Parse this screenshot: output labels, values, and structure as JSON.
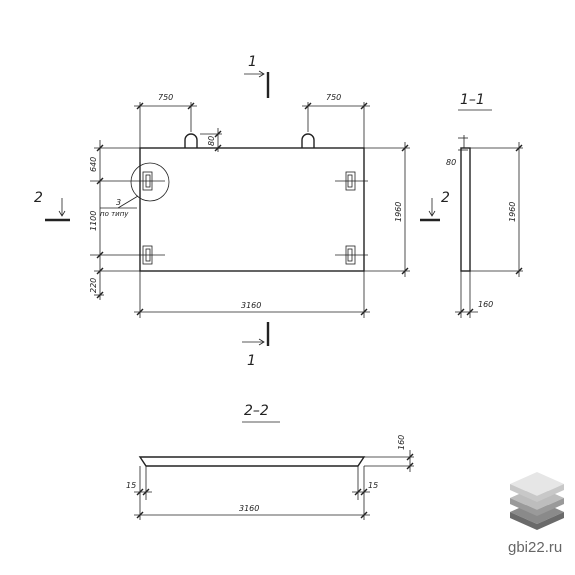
{
  "views": {
    "front": {
      "dims": {
        "top_left": "750",
        "top_right": "750",
        "loop": "80",
        "left_top": "640",
        "left_mid": "1100",
        "left_bottom": "220",
        "right_height": "1960",
        "bottom_width": "3160"
      },
      "callout": {
        "number": "3",
        "note": "по типу"
      }
    },
    "section_1": {
      "title": "1–1",
      "dims": {
        "top": "80",
        "height": "1960",
        "thickness": "160"
      },
      "cut_label_top": "1",
      "cut_label_bottom": "1"
    },
    "section_2": {
      "title": "2–2",
      "dims": {
        "thickness": "160",
        "left_chamfer": "15",
        "right_chamfer": "15",
        "width": "3160"
      },
      "cut_label_left": "2",
      "cut_label_right": "2"
    }
  },
  "watermark": {
    "site": "gbi22.ru",
    "icon": "stacked-slabs-icon",
    "colors": {
      "top": "#e6e6e6",
      "mid": "#bdbdbd",
      "bottom": "#8a8a8a"
    }
  }
}
